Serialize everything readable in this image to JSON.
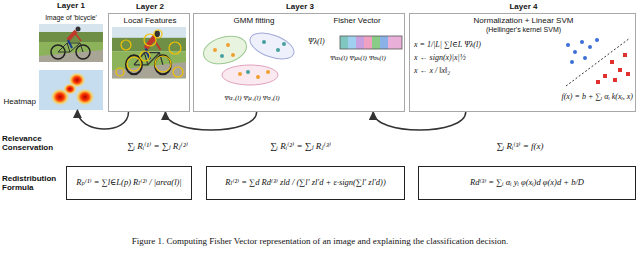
{
  "diagram": {
    "caption": "Figure 1. Computing Fisher Vector representation of an image and explaining the classification decision.",
    "nodes": [
      {
        "text": [
          "Layer 1",
          "Image of 'bicycle'"
        ]
      },
      {
        "text": [
          "Heatmap"
        ],
        "in": 0
      },
      {
        "text": [
          "Layer 2",
          "Local Features"
        ]
      },
      {
        "text": [
          "Layer 3",
          "GMM fitting",
          "Fisher Vector",
          "Ψλ(l)",
          "Ψαₖ(l) Ψμₖ(l) Ψσₖ(l)",
          "Ψα₁(l) Ψμ₁(l) Ψσ₁(l)"
        ]
      },
      {
        "text": [
          "Layer 4",
          "Normalization + Linear SVM",
          "(Hellinger's kernel SVM)",
          "x = 1/|L| ∑l∈L Ψλ(l)",
          "x ← sign(x)|x|½",
          "x ← x / ‖x‖₂",
          "f(x) = b + ∑ᵢ αᵢ k(xᵢ, x)"
        ]
      },
      {
        "text": [
          "Rₚ⁽¹⁾ = ∑l∈L(p) Rₗ⁽²⁾ / |area(l)|"
        ]
      },
      {
        "text": [
          "Rₗ⁽²⁾ = ∑d Rd⁽³⁾ zld / (∑l′ zl′d + ε·sign(∑l′ zl′d))"
        ]
      },
      {
        "text": [
          "Rd⁽³⁾ = ∑ᵢ αᵢ yᵢ φ(xᵢ)d φ(x)d + b/D"
        ]
      }
    ],
    "edges": [
      {
        "from": 4,
        "to": 3,
        "arrow": "to"
      },
      {
        "from": 3,
        "to": 2,
        "arrow": "to"
      },
      {
        "from": 2,
        "to": 1,
        "arrow": "to"
      }
    ],
    "labels": [
      "Relevance Conservation",
      "Redistribution Formula",
      "∑ᵢ Rᵢ⁽¹⁾ = ∑ⱼ Rⱼ⁽²⁾",
      "∑ᵢ Rᵢ⁽²⁾ = ∑ⱼ Rⱼ⁽³⁾",
      "∑ᵢ Rᵢ⁽³⁾ = f(x)"
    ]
  }
}
